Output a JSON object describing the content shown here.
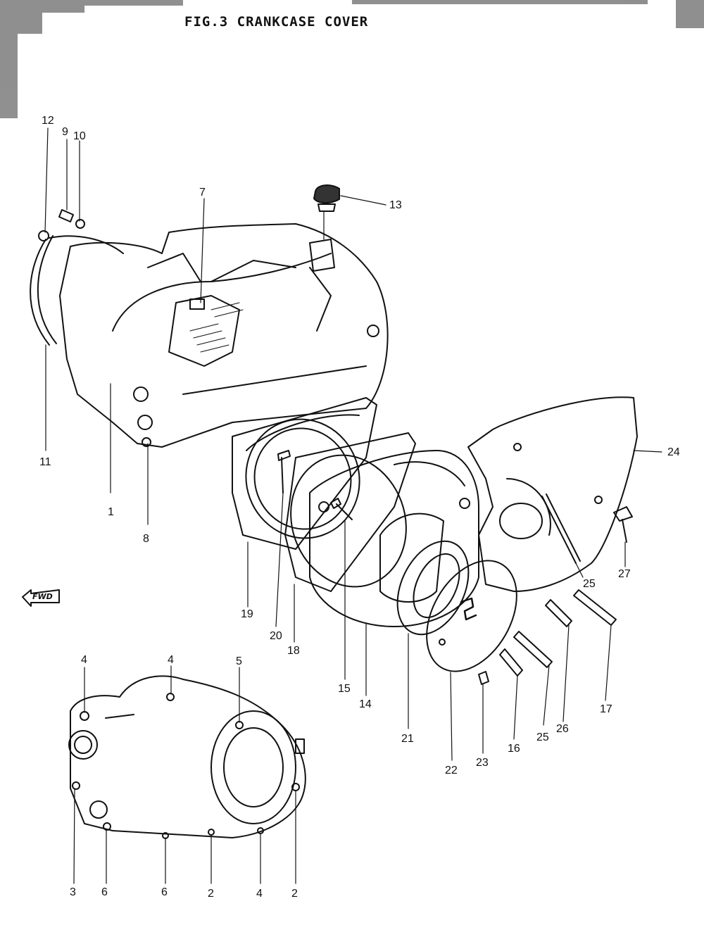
{
  "figure": {
    "title": "FIG.3  CRANKCASE  COVER"
  },
  "fwd_label": "FWD",
  "callouts": [
    {
      "id": "12",
      "label": "12"
    },
    {
      "id": "9",
      "label": "9"
    },
    {
      "id": "10",
      "label": "10"
    },
    {
      "id": "7",
      "label": "7"
    },
    {
      "id": "13",
      "label": "13"
    },
    {
      "id": "11",
      "label": "11"
    },
    {
      "id": "1",
      "label": "1"
    },
    {
      "id": "8",
      "label": "8"
    },
    {
      "id": "24",
      "label": "24"
    },
    {
      "id": "27",
      "label": "27"
    },
    {
      "id": "25a",
      "label": "25"
    },
    {
      "id": "19",
      "label": "19"
    },
    {
      "id": "20",
      "label": "20"
    },
    {
      "id": "18",
      "label": "18"
    },
    {
      "id": "15",
      "label": "15"
    },
    {
      "id": "14",
      "label": "14"
    },
    {
      "id": "21",
      "label": "21"
    },
    {
      "id": "22",
      "label": "22"
    },
    {
      "id": "23",
      "label": "23"
    },
    {
      "id": "16",
      "label": "16"
    },
    {
      "id": "25b",
      "label": "25"
    },
    {
      "id": "26",
      "label": "26"
    },
    {
      "id": "17",
      "label": "17"
    },
    {
      "id": "4a",
      "label": "4"
    },
    {
      "id": "4b",
      "label": "4"
    },
    {
      "id": "5",
      "label": "5"
    },
    {
      "id": "3",
      "label": "3"
    },
    {
      "id": "6a",
      "label": "6"
    },
    {
      "id": "6b",
      "label": "6"
    },
    {
      "id": "2a",
      "label": "2"
    },
    {
      "id": "4c",
      "label": "4"
    },
    {
      "id": "2b",
      "label": "2"
    }
  ]
}
